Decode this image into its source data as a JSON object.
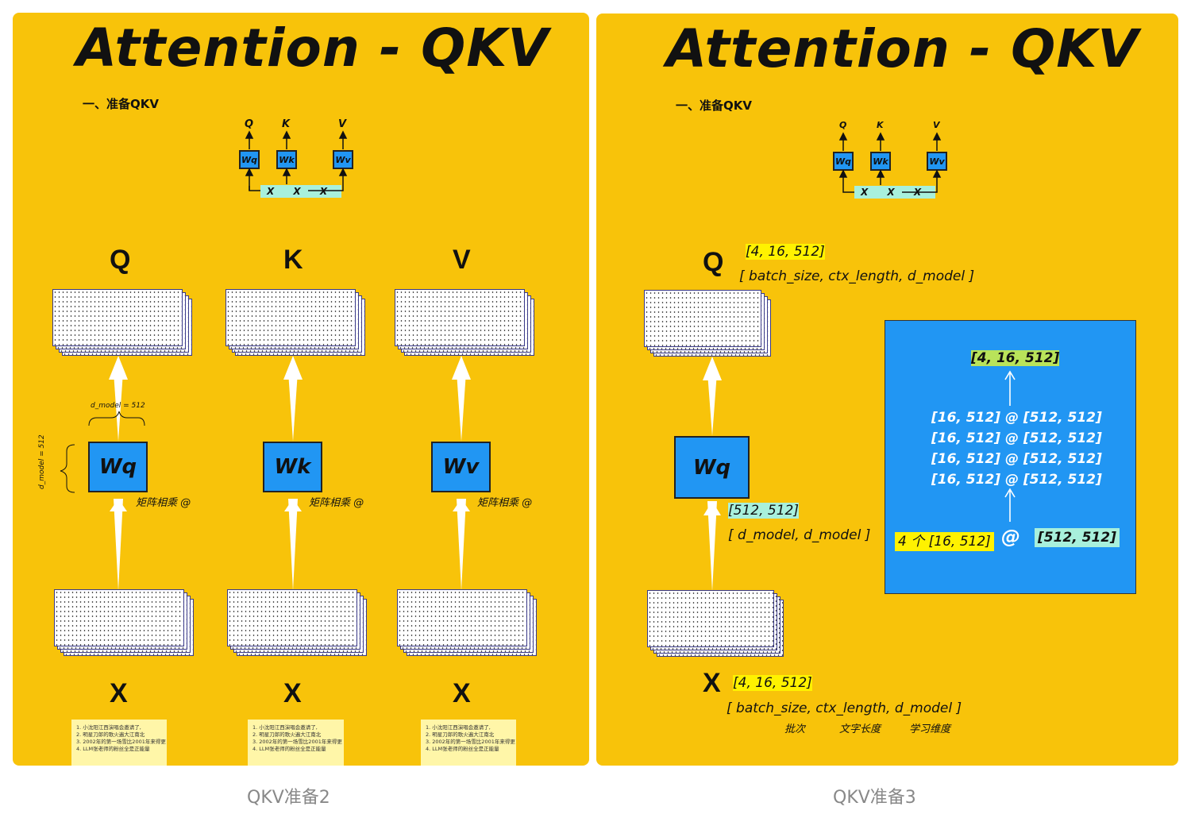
{
  "left": {
    "title": "Attention - QKV",
    "section": "一、准备QKV",
    "mini": {
      "q": "Q",
      "k": "K",
      "v": "V",
      "wq": "Wq",
      "wk": "Wk",
      "wv": "Wv",
      "x": "X X X"
    },
    "columns": [
      {
        "top": "Q",
        "w": "Wq",
        "bottom": "X",
        "op": "矩阵相乘 @"
      },
      {
        "top": "K",
        "w": "Wk",
        "bottom": "X",
        "op": "矩阵相乘 @"
      },
      {
        "top": "V",
        "w": "Wv",
        "bottom": "X",
        "op": "矩阵相乘 @"
      }
    ],
    "dim_h": "d_model = 512",
    "dim_v": "d_model = 512",
    "note_lines": [
      "1. 小沈阳江西演唱会邀请了,",
      "2. 明星刀郎的歌火遍大江南北",
      "3. 2002年的第一场雪比2001年来得更",
      "4. LLM张老师的粉丝全是正能量"
    ]
  },
  "right": {
    "title": "Attention - QKV",
    "section": "一、准备QKV",
    "mini": {
      "q": "Q",
      "k": "K",
      "v": "V",
      "wq": "Wq",
      "wk": "Wk",
      "wv": "Wv",
      "x": "X X X"
    },
    "q_label": "Q",
    "q_shape": "[4, 16, 512]",
    "q_dims": "[ batch_size, ctx_length, d_model ]",
    "w_label": "Wq",
    "w_shape": "[512, 512]",
    "w_dims": "[ d_model, d_model ]",
    "x_label": "X",
    "x_shape": "[4, 16, 512]",
    "x_dims": "[ batch_size, ctx_length, d_model ]",
    "x_sub": [
      "批次",
      "文字长度",
      "学习维度"
    ],
    "calc": {
      "result": "[4, 16, 512]",
      "rows": [
        "[16, 512] @ [512, 512]",
        "[16, 512] @ [512, 512]",
        "[16, 512] @ [512, 512]",
        "[16, 512] @ [512, 512]"
      ],
      "left_operand": "4 个 [16, 512]",
      "at": "@",
      "right_operand": "[512, 512]"
    }
  },
  "captions": [
    "QKV准备2",
    "QKV准备3"
  ]
}
